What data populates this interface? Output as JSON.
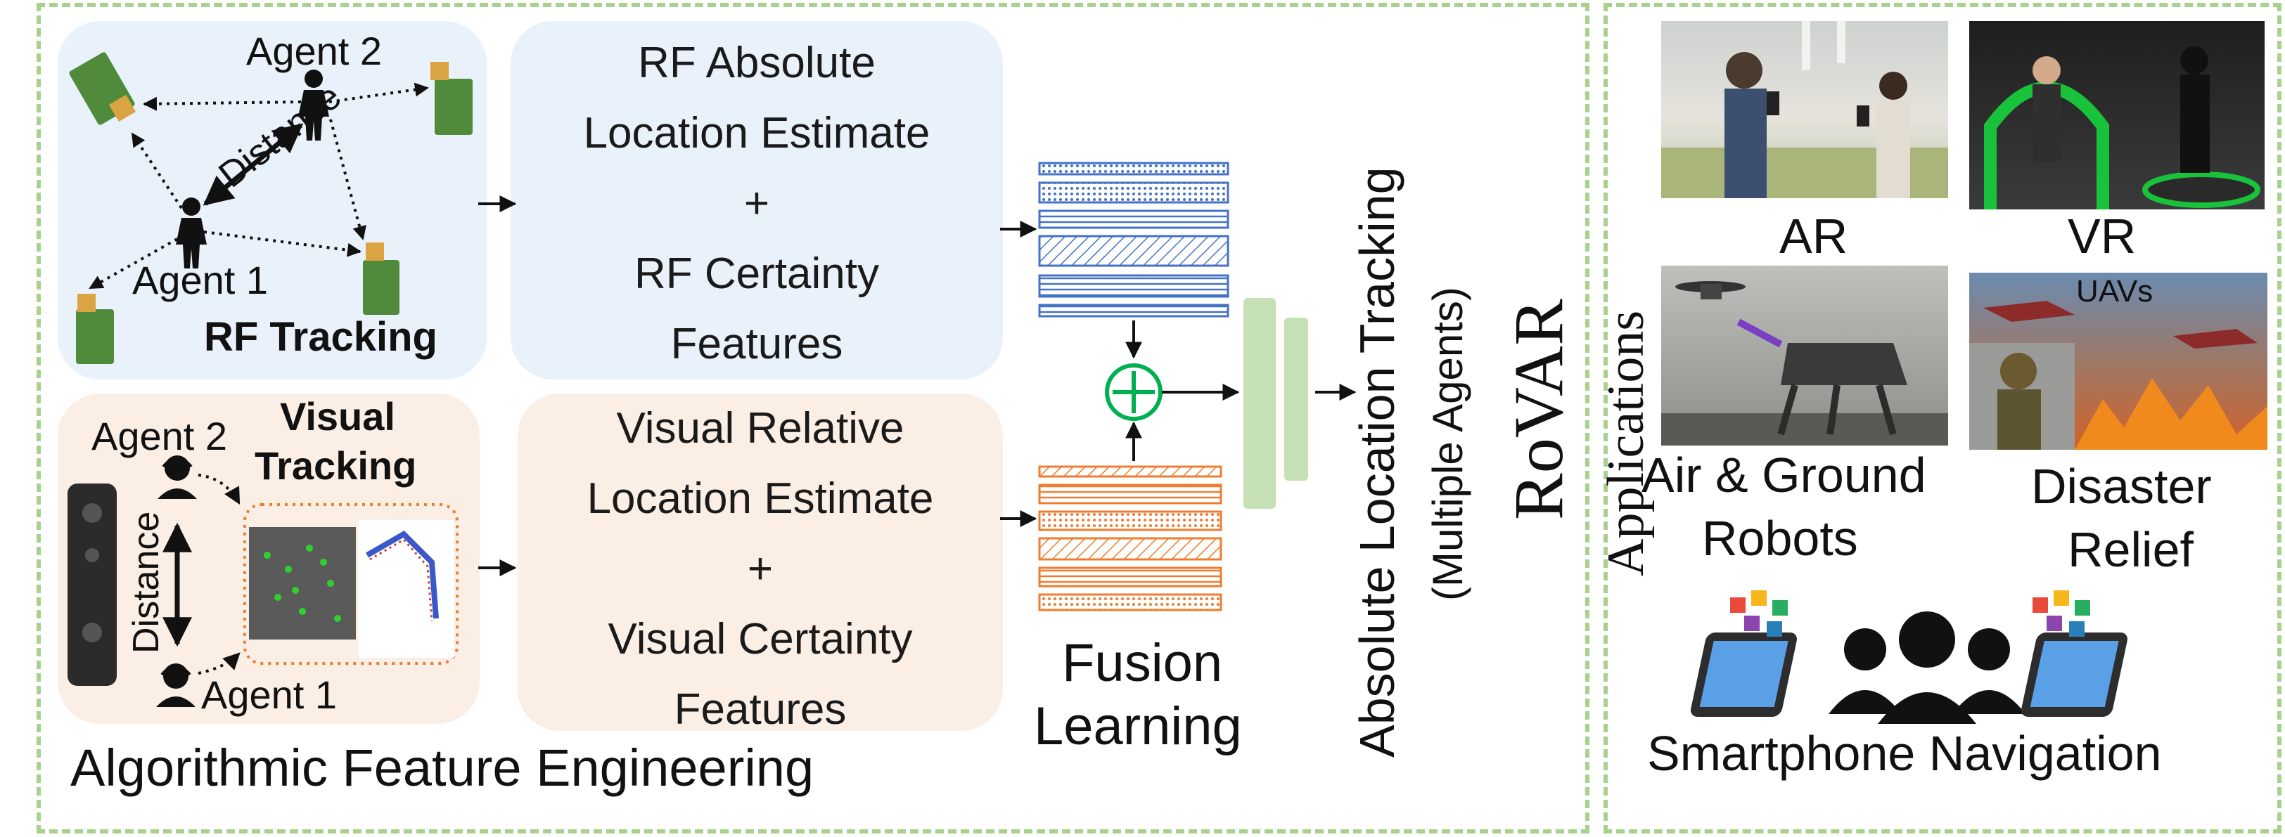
{
  "rf": {
    "agent1": "Agent 1",
    "agent2": "Agent 2",
    "distance": "Distance",
    "title": "RF Tracking",
    "box_lines": [
      "RF Absolute",
      "Location Estimate",
      "+",
      "RF Certainty",
      "Features"
    ]
  },
  "visual": {
    "agent1": "Agent 1",
    "agent2": "Agent 2",
    "distance": "Distance",
    "title_line1": "Visual",
    "title_line2": "Tracking",
    "box_lines": [
      "Visual Relative",
      "Location Estimate",
      "+",
      "Visual Certainty",
      "Features"
    ]
  },
  "footer": "Algorithmic Feature Engineering",
  "fusion": {
    "line1": "Fusion",
    "line2": "Learning"
  },
  "output": {
    "line1": "Absolute Location Tracking",
    "line2": "(Multiple Agents)"
  },
  "system_name": "RoVAR",
  "applications": {
    "header": "Applications",
    "ar": "AR",
    "vr": "VR",
    "uavs": "UAVs",
    "robots_line1": "Air & Ground",
    "robots_line2": "Robots",
    "disaster_line1": "Disaster",
    "disaster_line2": "Relief",
    "smartphone": "Smartphone Navigation"
  },
  "colors": {
    "frame": "#a9d18e",
    "rf_panel": "#e9f1fa",
    "visual_panel": "#fbeee5",
    "rf_layer": "#4472c4",
    "visual_layer": "#ed7d31",
    "fusion_bar": "#c5e0b4",
    "plus_circle": "#00b050"
  }
}
